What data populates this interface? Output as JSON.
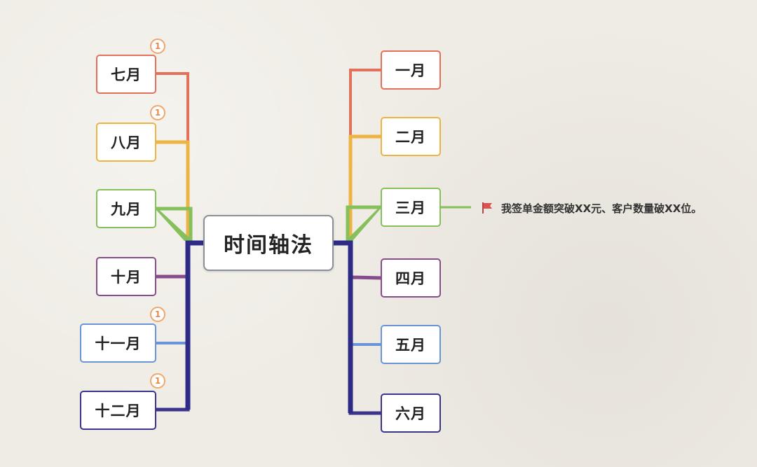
{
  "root": {
    "title": "时间轴法"
  },
  "months_right": [
    {
      "label": "一月",
      "color": "#e2705a"
    },
    {
      "label": "二月",
      "color": "#edb444"
    },
    {
      "label": "三月",
      "color": "#85c05a"
    },
    {
      "label": "四月",
      "color": "#874c8c"
    },
    {
      "label": "五月",
      "color": "#6b94d8"
    },
    {
      "label": "六月",
      "color": "#3b338c"
    }
  ],
  "months_left": [
    {
      "label": "七月",
      "color": "#e2705a",
      "badge": "1"
    },
    {
      "label": "八月",
      "color": "#edb444",
      "badge": "1"
    },
    {
      "label": "九月",
      "color": "#85c05a"
    },
    {
      "label": "十月",
      "color": "#874c8c"
    },
    {
      "label": "十一月",
      "color": "#6b94d8",
      "badge": "1"
    },
    {
      "label": "十二月",
      "color": "#3b338c",
      "badge": "1"
    }
  ],
  "note": {
    "text": "我签单金额突破XX元、客户数量破XX位。",
    "flag_icon": "red-flag-icon",
    "flag_color": "#d9534f"
  },
  "trunk_color": "#2e2b86"
}
